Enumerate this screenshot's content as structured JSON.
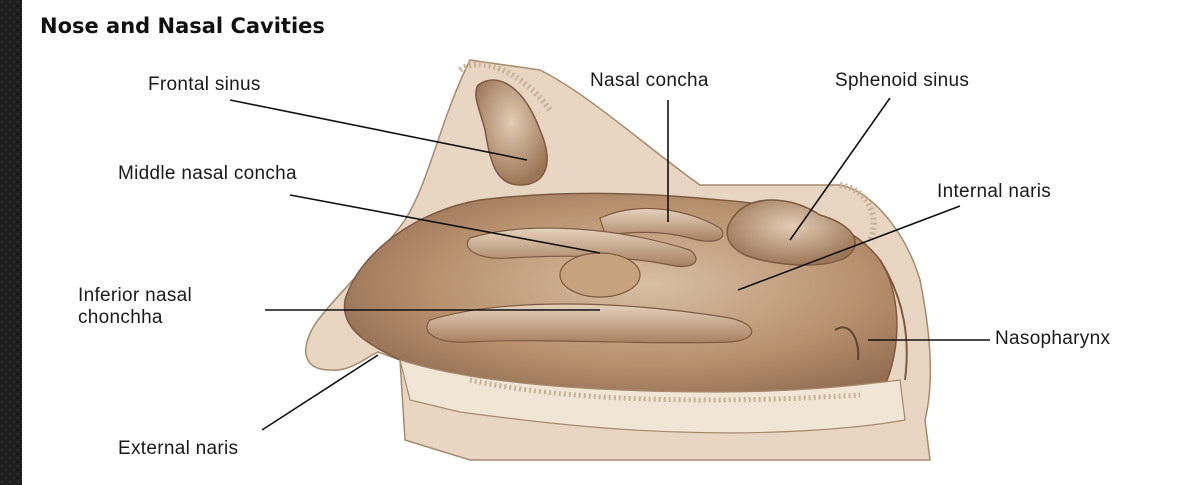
{
  "title": "Nose and Nasal Cavities",
  "labels": {
    "frontal_sinus": "Frontal sinus",
    "nasal_concha": "Nasal concha",
    "sphenoid_sinus": "Sphenoid sinus",
    "middle_nasal_concha": "Middle nasal concha",
    "internal_naris": "Internal naris",
    "inferior_nasal_concha_line1": "Inferior nasal",
    "inferior_nasal_concha_line2": "chonchha",
    "nasopharynx": "Nasopharynx",
    "external_naris": "External naris"
  },
  "colors": {
    "tissue": "#c9a98a",
    "tissue_dark": "#8f6a4f",
    "tissue_light": "#e8d6c2",
    "bone": "#efe3d2",
    "background": "#1c1c1c",
    "panel": "#ffffff"
  }
}
